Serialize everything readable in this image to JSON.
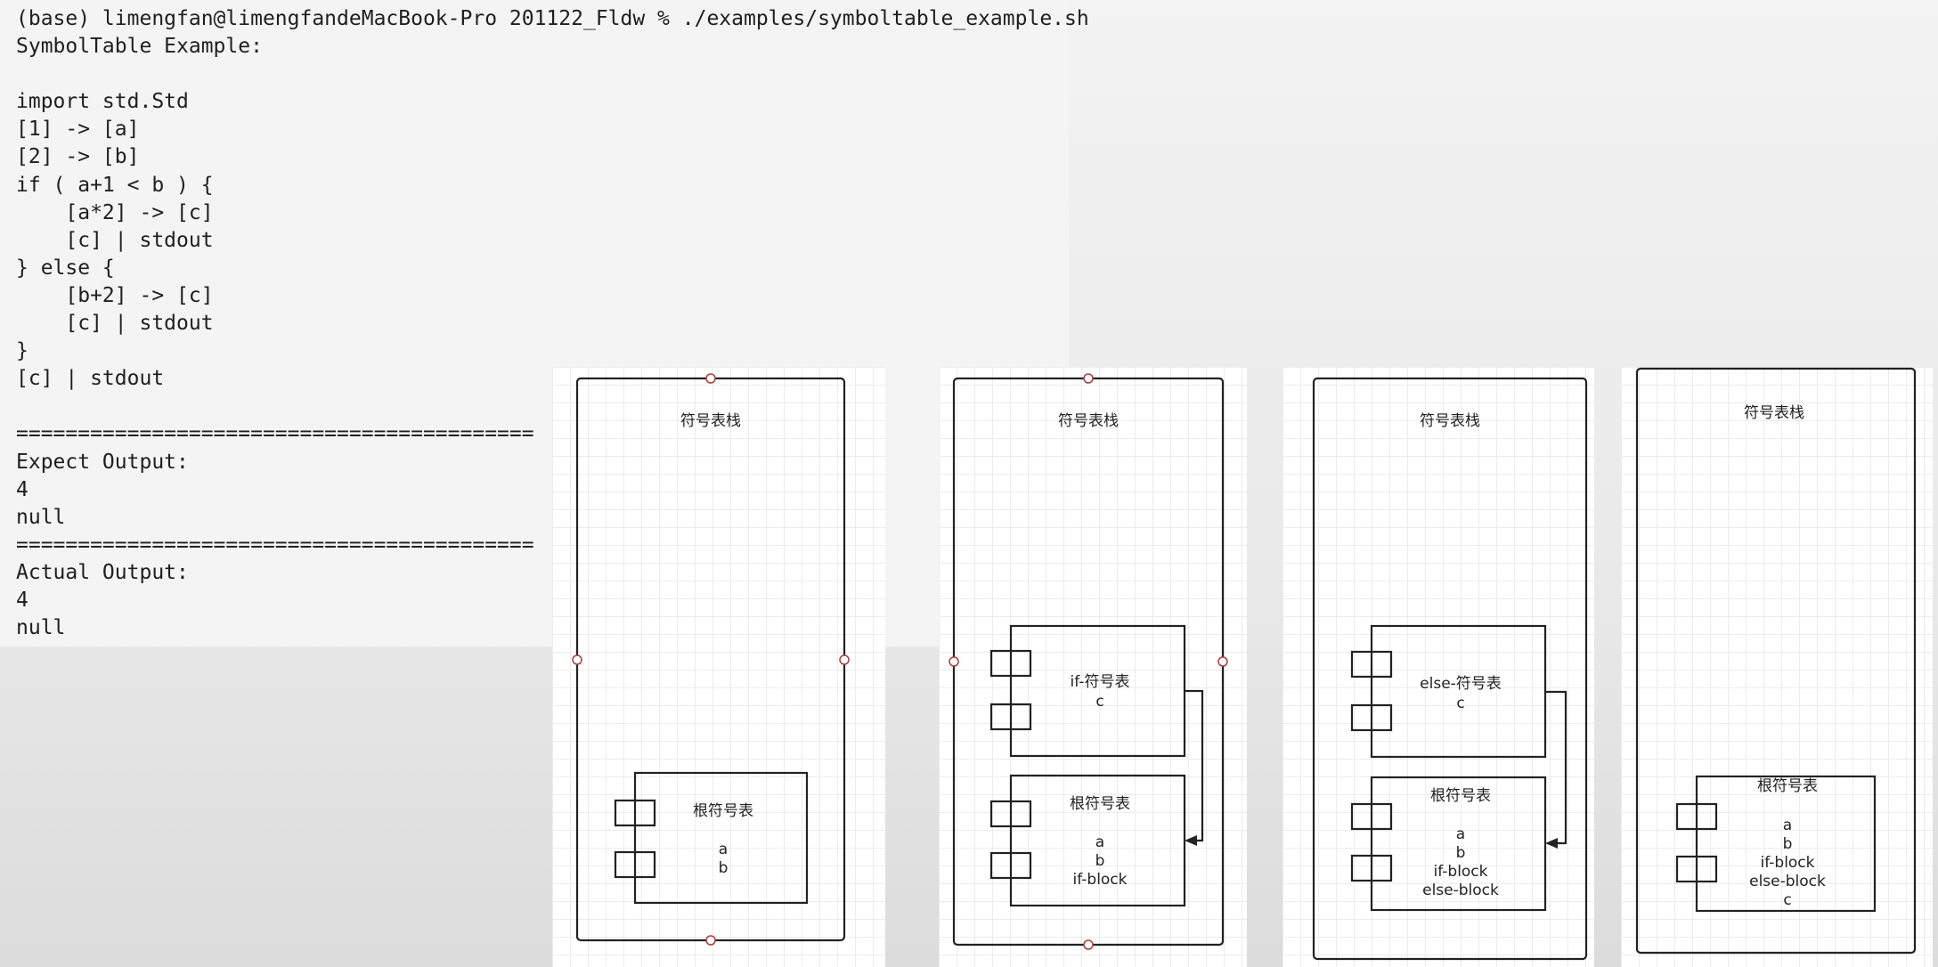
{
  "terminal": {
    "lines": [
      "(base) limengfan@limengfandeMacBook-Pro 201122_Fldw % ./examples/symboltable_example.sh",
      "SymbolTable Example:",
      "",
      "import std.Std",
      "[1] -> [a]",
      "[2] -> [b]",
      "if ( a+1 < b ) {",
      "    [a*2] -> [c]",
      "    [c] | stdout",
      "} else {",
      "    [b+2] -> [c]",
      "    [c] | stdout",
      "}",
      "[c] | stdout",
      "",
      "==========================================",
      "Expect Output:",
      "4",
      "null",
      "==========================================",
      "Actual Output:",
      "4",
      "null"
    ]
  },
  "diagrams": [
    {
      "stack_label": "符号表栈",
      "root_table": {
        "title": "根符号表",
        "items": [
          "a",
          "b"
        ]
      }
    },
    {
      "stack_label": "符号表栈",
      "child_table": {
        "title": "if-符号表",
        "items": [
          "c"
        ]
      },
      "root_table": {
        "title": "根符号表",
        "items": [
          "a",
          "b",
          "if-block"
        ]
      }
    },
    {
      "stack_label": "符号表栈",
      "child_table": {
        "title": "else-符号表",
        "items": [
          "c"
        ]
      },
      "root_table": {
        "title": "根符号表",
        "items": [
          "a",
          "b",
          "if-block",
          "else-block"
        ]
      }
    },
    {
      "stack_label": "符号表栈",
      "root_table": {
        "title": "根符号表",
        "items": [
          "a",
          "b",
          "if-block",
          "else-block",
          "c"
        ]
      }
    }
  ]
}
